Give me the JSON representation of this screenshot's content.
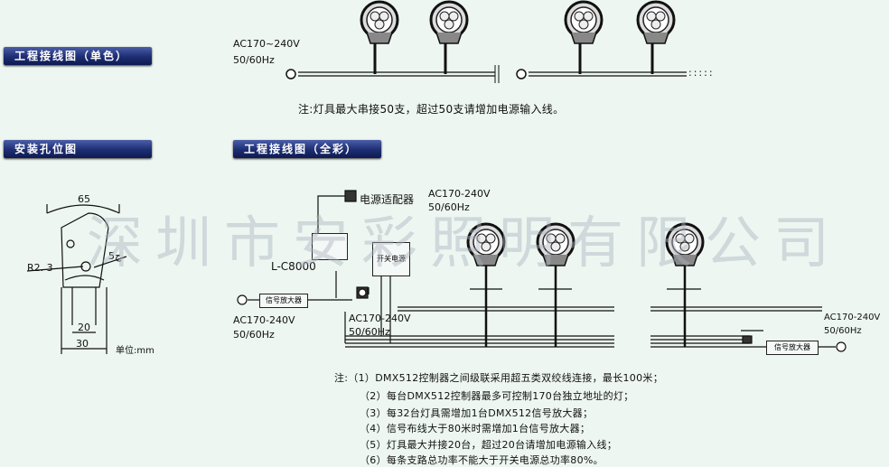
{
  "sections": {
    "mono_title": "工程接线图（单色）",
    "mount_title": "安装孔位图",
    "full_title": "工程接线图（全彩）"
  },
  "mono": {
    "voltage": "AC170~240V",
    "freq": "50/60Hz",
    "note": "注:灯具最大串接50支，超过50支请增加电源输入线。",
    "dots": ":::::"
  },
  "mount": {
    "dim_top": "65",
    "dim_radius": "R2. 3",
    "dim_b": "ح5",
    "dim_mid": "20",
    "dim_bottom": "30",
    "unit": "单位:mm"
  },
  "full": {
    "adapter_label": "电源适配器",
    "adapter_voltage": "AC170-240V",
    "adapter_freq": "50/60Hz",
    "controller_label": "L-C8000",
    "supply_label": "开关电源",
    "amp_label_left": "信号放大器",
    "amp_label_right": "信号放大器",
    "left_voltage": "AC170-240V",
    "left_freq": "50/60Hz",
    "mid_voltage": "AC170-240V",
    "mid_freq": "50/60Hz",
    "right_voltage": "AC170-240V",
    "right_freq": "50/60Hz"
  },
  "notes": [
    "注:（1）DMX512控制器之间级联采用超五类双绞线连接，最长100米；",
    "（2）每台DMX512控制器最多可控制170台独立地址的灯；",
    "（3）每32台灯具需增加1台DMX512信号放大器；",
    "（4）信号布线大于80米时需增加1台信号放大器；",
    "（5）灯具最大并接20台，超过20台请增加电源输入线；",
    "（6）每条支路总功率不能大于开关电源总功率80%。"
  ],
  "watermark": "深圳市安彩照明有限公司"
}
